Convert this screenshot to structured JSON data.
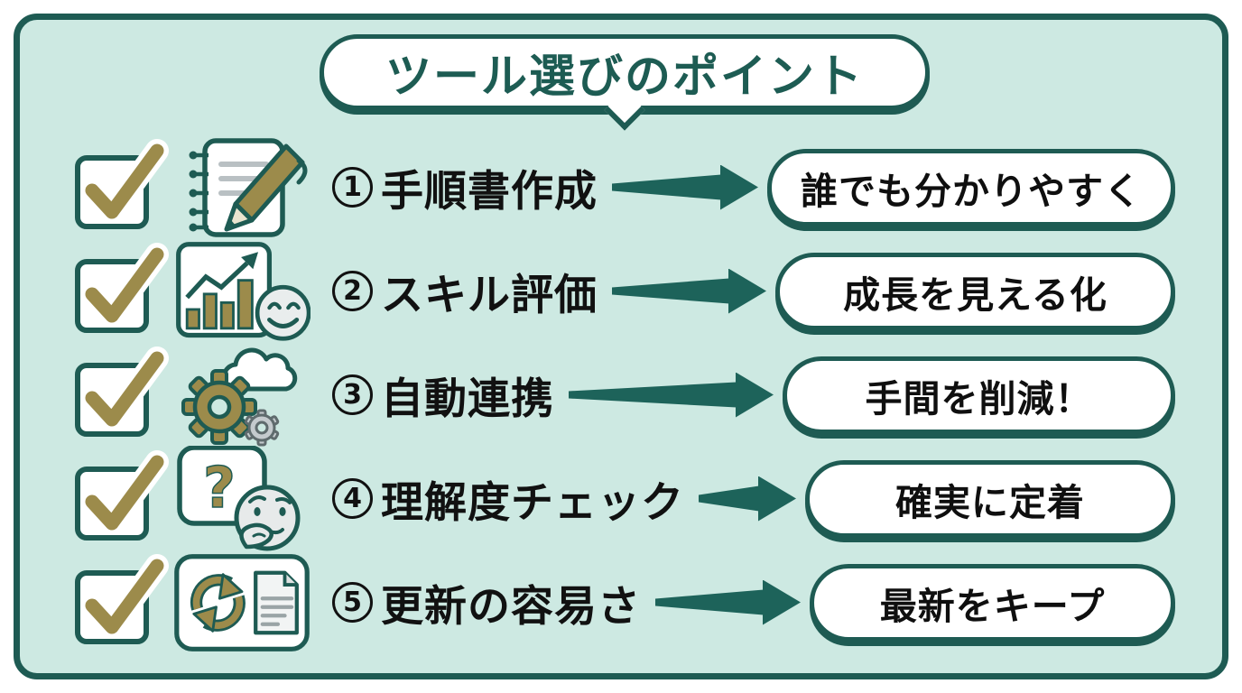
{
  "title": {
    "text": "ツール選びのポイント"
  },
  "colors": {
    "panel_background": "#cde9e2",
    "outline_teal": "#1e5b53",
    "arrow_teal": "#1d635a",
    "accent_olive": "#9c8b4b",
    "text_black": "#111111",
    "pill_background": "#ffffff",
    "gray_detail": "#b9c0c3"
  },
  "items": [
    {
      "number": "1",
      "label": "手順書作成",
      "result": "誰でも分かりやすく",
      "icon": "notebook-pencil",
      "checked": true
    },
    {
      "number": "2",
      "label": "スキル評価",
      "result": "成長を見える化",
      "icon": "growth-chart-smiley",
      "checked": true
    },
    {
      "number": "3",
      "label": "自動連携",
      "result": "手間を削減！",
      "icon": "gears-cloud",
      "checked": true
    },
    {
      "number": "4",
      "label": "理解度チェック",
      "result": "確実に定着",
      "icon": "question-thinking-face",
      "checked": true
    },
    {
      "number": "5",
      "label": "更新の容易さ",
      "result": "最新をキープ",
      "icon": "refresh-document",
      "checked": true
    }
  ]
}
